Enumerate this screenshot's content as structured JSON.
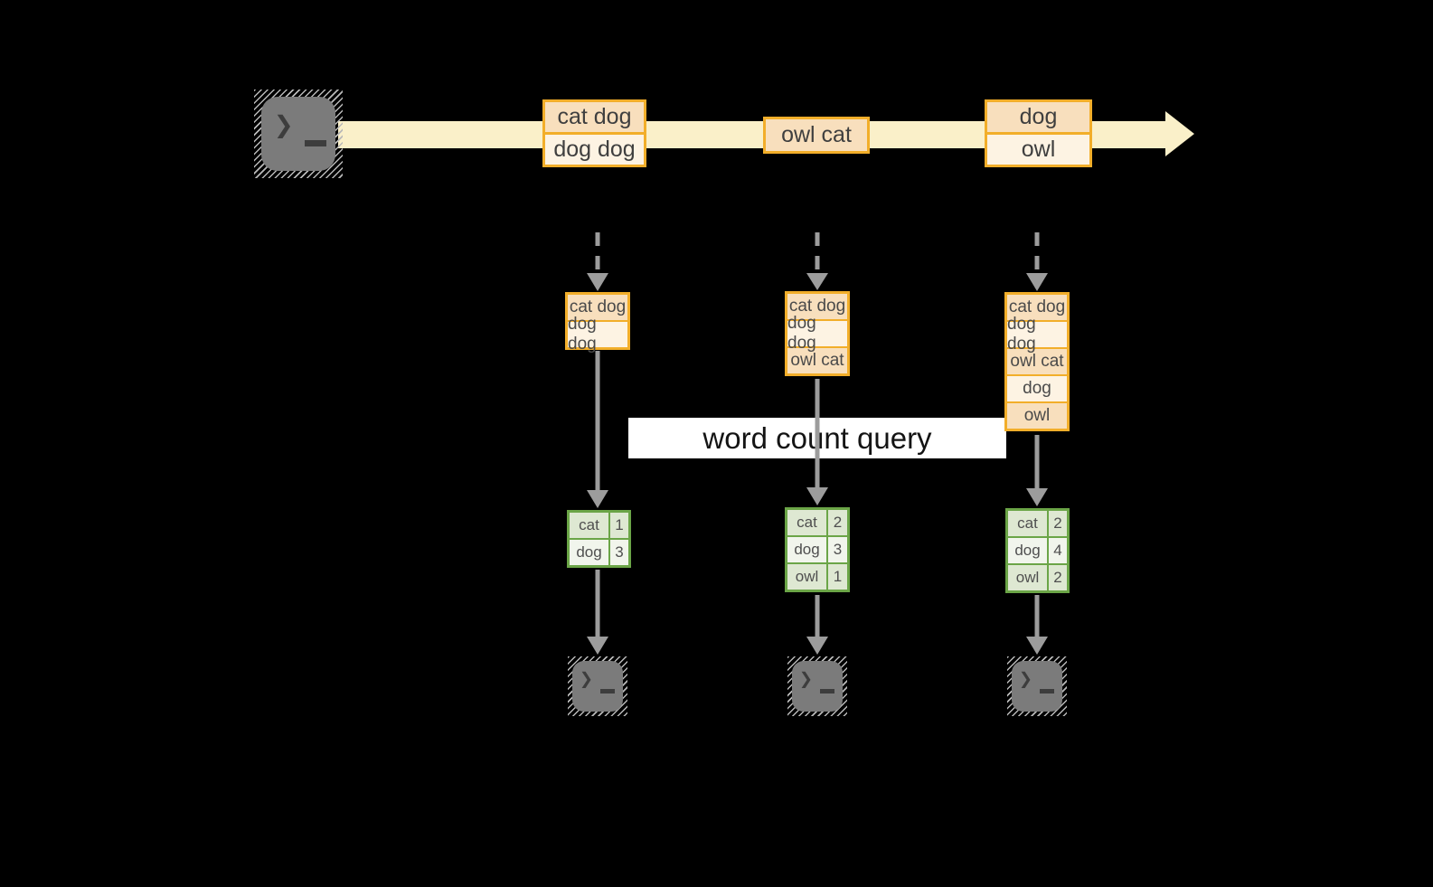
{
  "query_label": "word count query",
  "stream_events": [
    {
      "cells": [
        "cat dog",
        "dog dog"
      ]
    },
    {
      "cells": [
        "owl cat"
      ]
    },
    {
      "cells": [
        "dog",
        "owl"
      ]
    }
  ],
  "columns": [
    {
      "state": [
        "cat dog",
        "dog dog"
      ],
      "counts": [
        {
          "word": "cat",
          "count": "1"
        },
        {
          "word": "dog",
          "count": "3"
        }
      ]
    },
    {
      "state": [
        "cat dog",
        "dog dog",
        "owl cat"
      ],
      "counts": [
        {
          "word": "cat",
          "count": "2"
        },
        {
          "word": "dog",
          "count": "3"
        },
        {
          "word": "owl",
          "count": "1"
        }
      ]
    },
    {
      "state": [
        "cat dog",
        "dog dog",
        "owl cat",
        "dog",
        "owl"
      ],
      "counts": [
        {
          "word": "cat",
          "count": "2"
        },
        {
          "word": "dog",
          "count": "4"
        },
        {
          "word": "owl",
          "count": "2"
        }
      ]
    }
  ],
  "icons": {
    "source": "terminal-icon",
    "sinks": [
      "terminal-icon",
      "terminal-icon",
      "terminal-icon"
    ]
  },
  "colors": {
    "background": "#000000",
    "stream_band": "#FAF0C9",
    "event_border": "#F2AE2A",
    "event_fill_dark": "#F8DFBD",
    "event_fill_light": "#FDF3E3",
    "table_border": "#6BA547",
    "table_fill_dark": "#DEE8D2",
    "table_fill_light": "#F1F5EC",
    "arrow": "#9C9C9C",
    "query_band": "#FFFFFF"
  }
}
